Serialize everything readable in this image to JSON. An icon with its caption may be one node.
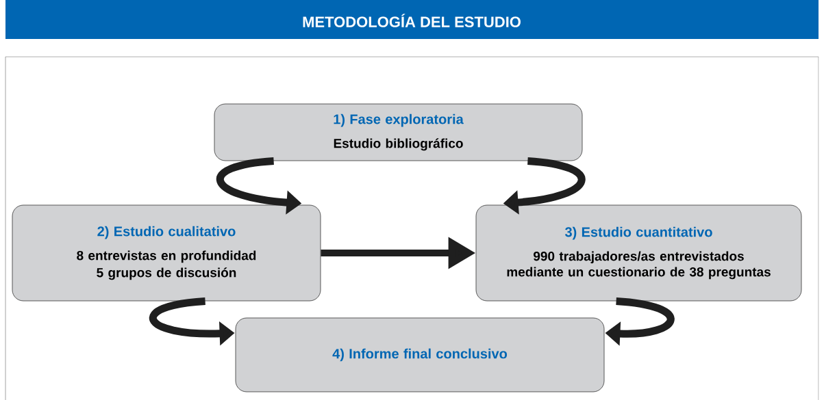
{
  "diagram": {
    "title": "METODOLOGÍA DEL ESTUDIO",
    "nodes": [
      {
        "text": [
          "1) Fase exploratoria",
          "Estudio bibliográfico"
        ]
      },
      {
        "text": [
          "2) Estudio cualitativo",
          "8 entrevistas en profundidad",
          "5 grupos de discusión"
        ]
      },
      {
        "text": [
          "3) Estudio cuantitativo",
          "990 trabajadores/as entrevistados mediante un cuestionario de 38 preguntas"
        ]
      },
      {
        "text": [
          "4) Informe final conclusivo"
        ]
      }
    ],
    "edges": [
      {
        "from": 0,
        "to": 1,
        "arrow": "to"
      },
      {
        "from": 0,
        "to": 2,
        "arrow": "to"
      },
      {
        "from": 1,
        "to": 2,
        "arrow": "to"
      },
      {
        "from": 1,
        "to": 3,
        "arrow": "to"
      },
      {
        "from": 2,
        "to": 3,
        "arrow": "to"
      }
    ]
  }
}
